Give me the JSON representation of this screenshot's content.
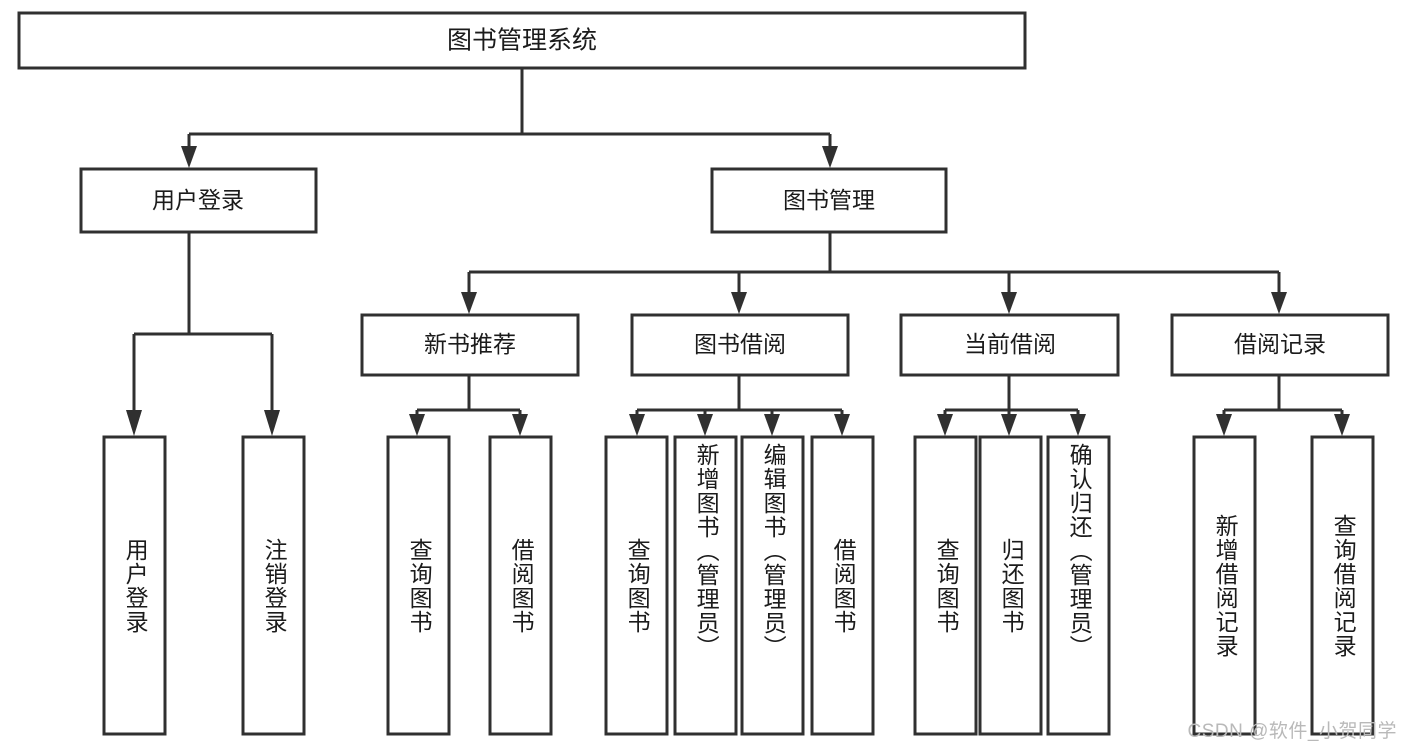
{
  "diagram": {
    "type": "tree-hierarchy",
    "title": "图书管理系统",
    "watermark": "CSDN @软件_小贺同学",
    "colors": {
      "stroke": "#303030",
      "fill": "#ffffff",
      "text": "#1b1b1b",
      "watermark": "#b9b9b9",
      "background": "#ffffff"
    },
    "levels": {
      "root": {
        "label": "图书管理系统"
      },
      "level2": [
        {
          "label": "用户登录"
        },
        {
          "label": "图书管理"
        }
      ],
      "level3": [
        {
          "label": "新书推荐"
        },
        {
          "label": "图书借阅"
        },
        {
          "label": "当前借阅"
        },
        {
          "label": "借阅记录"
        }
      ],
      "leaves": [
        {
          "label": "用户登录",
          "parent": "用户登录"
        },
        {
          "label": "注销登录",
          "parent": "用户登录"
        },
        {
          "label": "查询图书",
          "parent": "新书推荐"
        },
        {
          "label": "借阅图书",
          "parent": "新书推荐"
        },
        {
          "label": "查询图书",
          "parent": "图书借阅"
        },
        {
          "label": "新增图书（管理员）",
          "parent": "图书借阅"
        },
        {
          "label": "编辑图书（管理员）",
          "parent": "图书借阅"
        },
        {
          "label": "借阅图书",
          "parent": "图书借阅"
        },
        {
          "label": "查询图书",
          "parent": "当前借阅"
        },
        {
          "label": "归还图书",
          "parent": "当前借阅"
        },
        {
          "label": "确认归还（管理员）",
          "parent": "当前借阅"
        },
        {
          "label": "新增借阅记录",
          "parent": "借阅记录"
        },
        {
          "label": "查询借阅记录",
          "parent": "借阅记录"
        }
      ]
    }
  }
}
